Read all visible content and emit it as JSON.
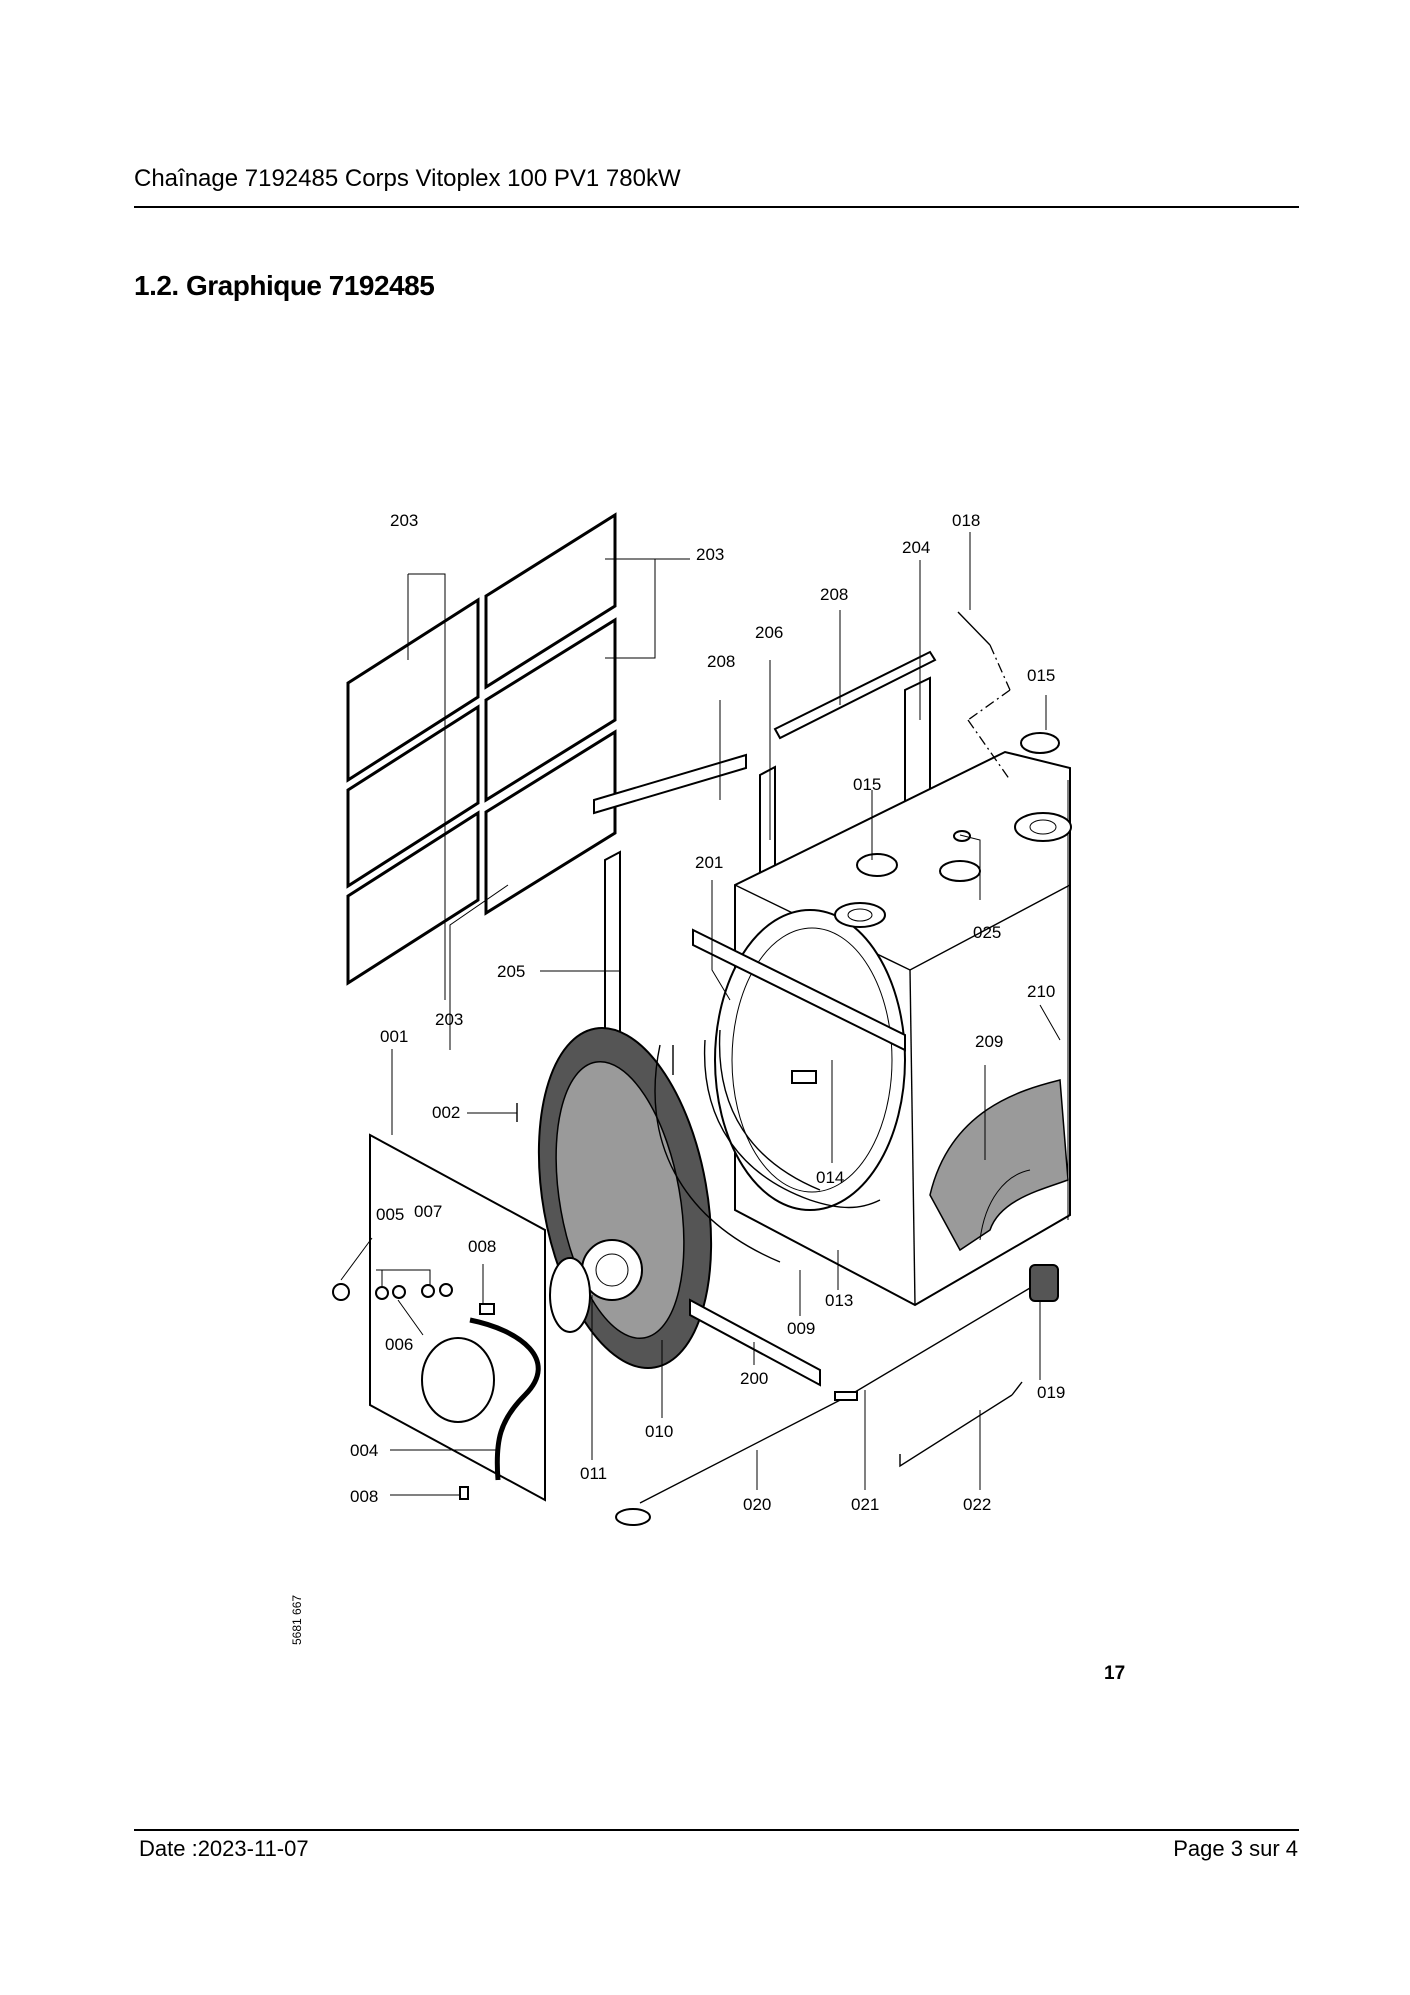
{
  "header": {
    "title": "Chaînage 7192485 Corps Vitoplex 100 PV1 780kW"
  },
  "section": {
    "title": "1.2. Graphique 7192485"
  },
  "diagram": {
    "drawing_code": "5681 667",
    "page_label": "17",
    "callouts": [
      "203",
      "203",
      "203",
      "018",
      "204",
      "208",
      "206",
      "208",
      "015",
      "015",
      "201",
      "025",
      "205",
      "210",
      "209",
      "001",
      "002",
      "014",
      "005",
      "007",
      "008",
      "006",
      "013",
      "009",
      "200",
      "010",
      "019",
      "004",
      "011",
      "008",
      "020",
      "021",
      "022"
    ]
  },
  "footer": {
    "date": "Date :2023-11-07",
    "page": "Page 3 sur  4"
  }
}
